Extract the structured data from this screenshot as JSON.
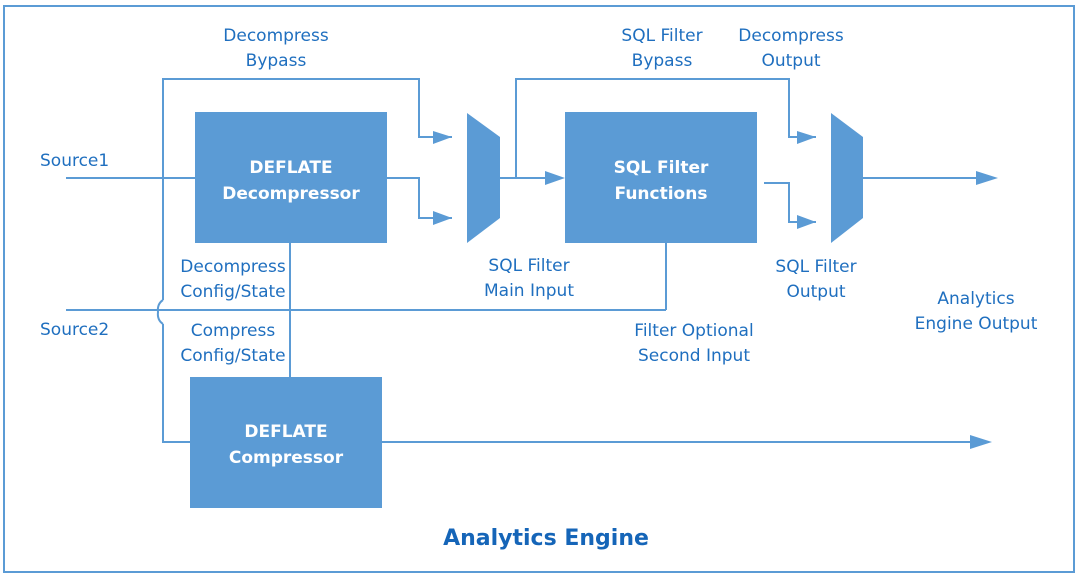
{
  "diagram": {
    "title": "Analytics Engine",
    "colors": {
      "block": "#5b9bd5",
      "text": "#1f6fbf",
      "title": "#1565b8",
      "wire": "#5b9bd5"
    },
    "blocks": {
      "decompressor": {
        "line1": "DEFLATE",
        "line2": "Decompressor"
      },
      "sql_filter": {
        "line1": "SQL Filter",
        "line2": "Functions"
      },
      "compressor": {
        "line1": "DEFLATE",
        "line2": "Compressor"
      }
    },
    "labels": {
      "source1": "Source1",
      "source2": "Source2",
      "decompress_bypass": {
        "line1": "Decompress",
        "line2": "Bypass"
      },
      "sql_filter_bypass": {
        "line1": "SQL Filter",
        "line2": "Bypass"
      },
      "decompress_output": {
        "line1": "Decompress",
        "line2": "Output"
      },
      "decompress_config": {
        "line1": "Decompress",
        "line2": "Config/State"
      },
      "compress_config": {
        "line1": "Compress",
        "line2": "Config/State"
      },
      "sql_filter_main_input": {
        "line1": "SQL Filter",
        "line2": "Main Input"
      },
      "sql_filter_output": {
        "line1": "SQL Filter",
        "line2": "Output"
      },
      "filter_optional_second_input": {
        "line1": "Filter Optional",
        "line2": "Second Input"
      },
      "analytics_engine_output": {
        "line1": "Analytics",
        "line2": "Engine Output"
      }
    }
  }
}
